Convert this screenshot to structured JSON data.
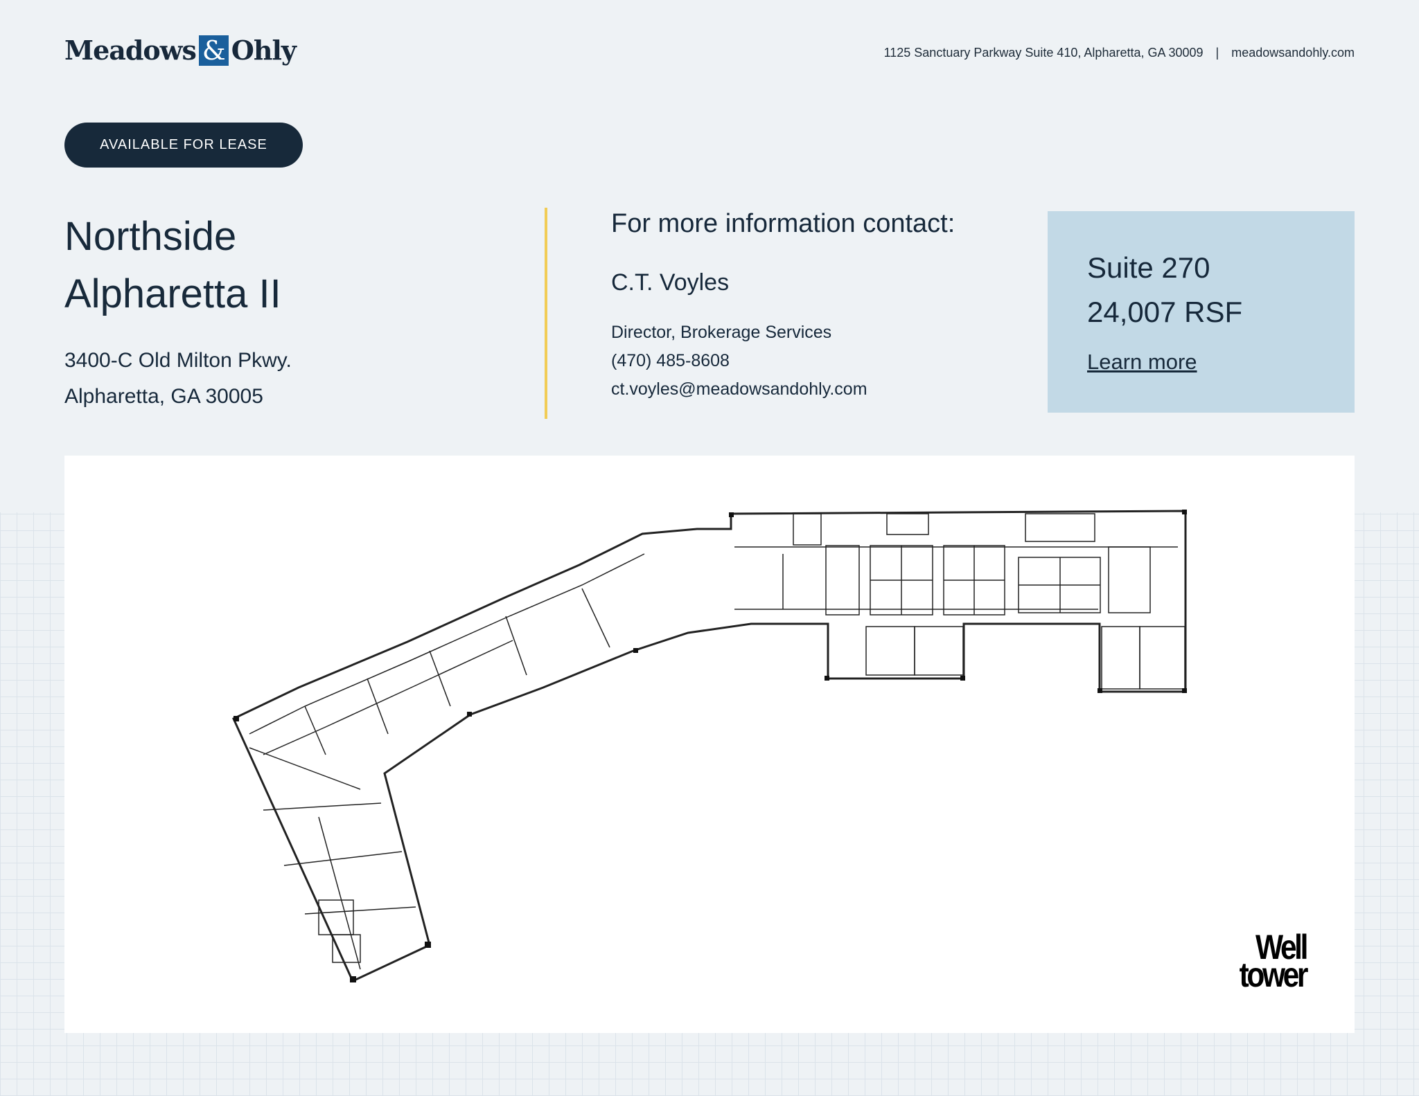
{
  "header": {
    "logo": {
      "left": "Meadows",
      "amp": "&",
      "right": "Ohly",
      "accent": "#1a5f9c"
    },
    "address": "1125 Sanctuary Parkway Suite 410, Alpharetta, GA 30009",
    "separator": "|",
    "website": "meadowsandohly.com"
  },
  "badge": "AVAILABLE FOR LEASE",
  "property": {
    "name_line1": "Northside",
    "name_line2": "Alpharetta II",
    "street": "3400-C Old Milton Pkwy.",
    "city": "Alpharetta, GA 30005"
  },
  "contact": {
    "heading": "For more information contact:",
    "name": "C.T. Voyles",
    "title": "Director, Brokerage Services",
    "phone": "(470) 485-8608",
    "email": "ct.voyles@meadowsandohly.com"
  },
  "suite": {
    "suite": "Suite 270",
    "size": "24,007 RSF",
    "link": "Learn more",
    "bg": "#c2d9e6"
  },
  "floorplan": {
    "brand_logo": "Welltower",
    "brand_line1": "Well",
    "brand_line2": "tower"
  },
  "colors": {
    "navy": "#17293a",
    "divider": "#f1cc55",
    "background": "#eef2f5"
  }
}
